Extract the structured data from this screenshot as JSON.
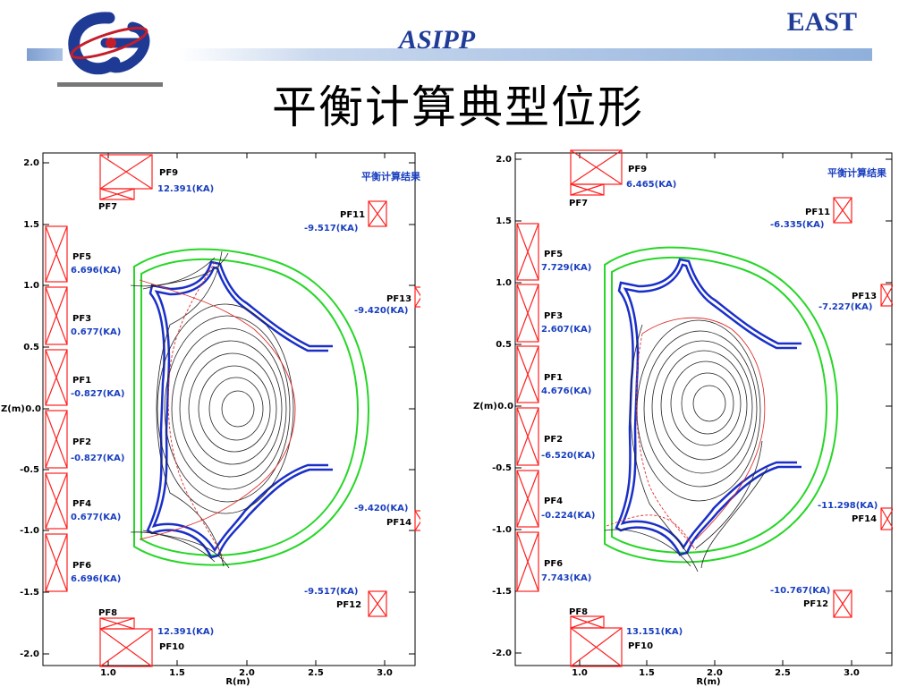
{
  "header": {
    "org": "ASIPP",
    "brand": "EAST",
    "title": "平衡计算典型位形",
    "colors": {
      "bar": "#8fb0dc",
      "brand": "#1f3c99"
    }
  },
  "plots": [
    {
      "caption": "平衡计算结果",
      "x_label": "R(m)",
      "y_label": "Z(m)",
      "x_ticks": [
        "1.0",
        "1.5",
        "2.0",
        "2.5",
        "3.0"
      ],
      "y_ticks": [
        "2.0",
        "1.5",
        "1.0",
        "0.5",
        "0.0",
        "-0.5",
        "-1.0",
        "-1.5",
        "-2.0"
      ],
      "coils": [
        {
          "name": "PF9",
          "current": "12.391(KA)"
        },
        {
          "name": "PF7",
          "current": ""
        },
        {
          "name": "PF11",
          "current": "-9.517(KA)"
        },
        {
          "name": "PF5",
          "current": "6.696(KA)"
        },
        {
          "name": "PF13",
          "current": "-9.420(KA)"
        },
        {
          "name": "PF3",
          "current": "0.677(KA)"
        },
        {
          "name": "PF1",
          "current": "-0.827(KA)"
        },
        {
          "name": "PF2",
          "current": "-0.827(KA)"
        },
        {
          "name": "PF4",
          "current": "0.677(KA)"
        },
        {
          "name": "PF14",
          "current": "-9.420(KA)"
        },
        {
          "name": "PF6",
          "current": "6.696(KA)"
        },
        {
          "name": "PF12",
          "current": "-9.517(KA)"
        },
        {
          "name": "PF8",
          "current": ""
        },
        {
          "name": "PF10",
          "current": "12.391(KA)"
        }
      ]
    },
    {
      "caption": "平衡计算结果",
      "x_label": "R(m)",
      "y_label": "Z(m)",
      "x_ticks": [
        "1.0",
        "1.5",
        "2.0",
        "2.5",
        "3.0"
      ],
      "y_ticks": [
        "2.0",
        "1.5",
        "1.0",
        "0.5",
        "0.0",
        "-0.5",
        "-1.0",
        "-1.5",
        "-2.0"
      ],
      "coils": [
        {
          "name": "PF9",
          "current": "6.465(KA)"
        },
        {
          "name": "PF7",
          "current": ""
        },
        {
          "name": "PF11",
          "current": "-6.335(KA)"
        },
        {
          "name": "PF5",
          "current": "7.729(KA)"
        },
        {
          "name": "PF13",
          "current": "-7.227(KA)"
        },
        {
          "name": "PF3",
          "current": "2.607(KA)"
        },
        {
          "name": "PF1",
          "current": "4.676(KA)"
        },
        {
          "name": "PF2",
          "current": "-6.520(KA)"
        },
        {
          "name": "PF4",
          "current": "-0.224(KA)"
        },
        {
          "name": "PF14",
          "current": "-11.298(KA)"
        },
        {
          "name": "PF6",
          "current": "7.743(KA)"
        },
        {
          "name": "PF12",
          "current": "-10.767(KA)"
        },
        {
          "name": "PF8",
          "current": ""
        },
        {
          "name": "PF10",
          "current": "13.151(KA)"
        }
      ]
    }
  ]
}
